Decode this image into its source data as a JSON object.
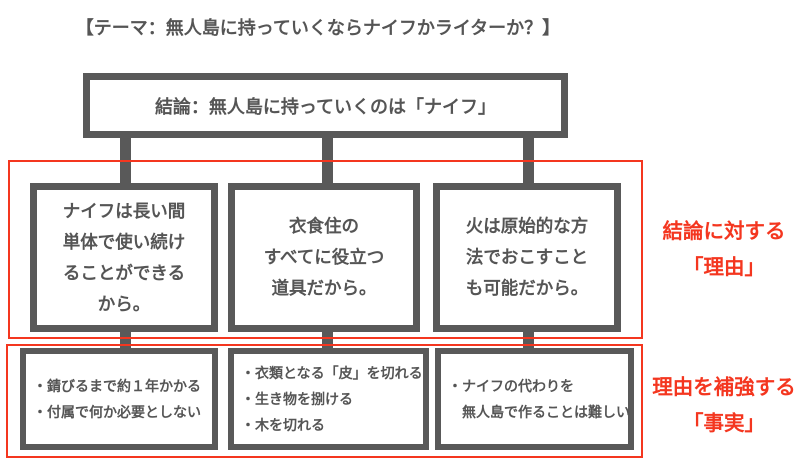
{
  "title": "【テーマ：無人島に持っていくならナイフかライターか？】",
  "conclusion": {
    "text": "結論：無人島に持っていくのは「ナイフ」"
  },
  "reasons": {
    "label": {
      "line1": "結論に対する",
      "line2": "「理由」"
    },
    "items": [
      {
        "lines": [
          "ナイフは長い間",
          "単体で使い続け",
          "ることができる",
          "から。"
        ]
      },
      {
        "lines": [
          "衣食住の",
          "すべてに役立つ",
          "道具だから。"
        ]
      },
      {
        "lines": [
          "火は原始的な方",
          "法でおこすこと",
          "も可能だから。"
        ]
      }
    ]
  },
  "facts": {
    "label": {
      "line1": "理由を補強する",
      "line2": "「事実」"
    },
    "items": [
      {
        "lines": [
          "・錆びるまで約１年かかる",
          "・付属で何か必要としない"
        ]
      },
      {
        "lines": [
          "・衣類となる「皮」を切れる",
          "・生き物を捌ける",
          "・木を切れる"
        ]
      },
      {
        "lines": [
          "・ナイフの代わりを",
          "　無人島で作ることは難しい"
        ]
      }
    ]
  },
  "colors": {
    "box_border": "#595959",
    "text": "#555555",
    "accent_red": "#f4361f"
  }
}
